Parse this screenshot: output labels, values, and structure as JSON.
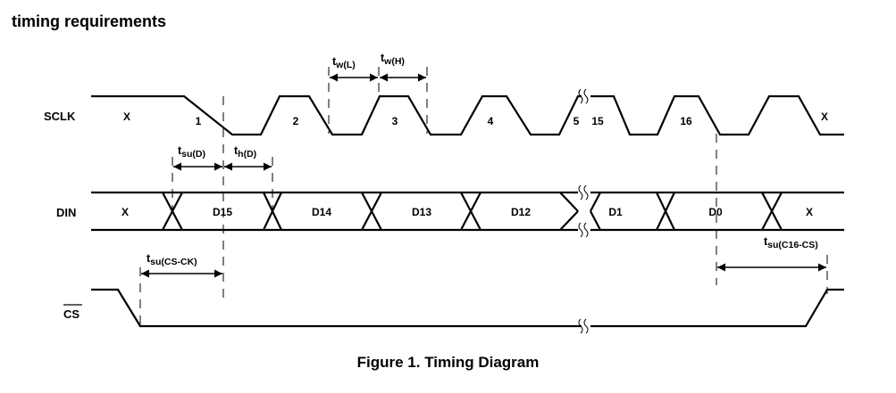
{
  "section_title": "timing requirements",
  "caption": "Figure 1. Timing Diagram",
  "signals": {
    "sclk": "SCLK",
    "din": "DIN",
    "cs": "CS"
  },
  "sclk_labels": [
    "X",
    "1",
    "2",
    "3",
    "4",
    "5",
    "15",
    "16",
    "X"
  ],
  "din_labels": [
    "X",
    "D15",
    "D14",
    "D13",
    "D12",
    "D1",
    "D0",
    "X"
  ],
  "timing_params": {
    "twl": {
      "t": "t",
      "sub": "w(L)"
    },
    "twh": {
      "t": "t",
      "sub": "w(H)"
    },
    "tsud": {
      "t": "t",
      "sub": "su(D)"
    },
    "thd": {
      "t": "t",
      "sub": "h(D)"
    },
    "tsucsck": {
      "t": "t",
      "sub": "su(CS-CK)"
    },
    "tsuc16cs": {
      "t": "t",
      "sub": "su(C16-CS)"
    }
  }
}
